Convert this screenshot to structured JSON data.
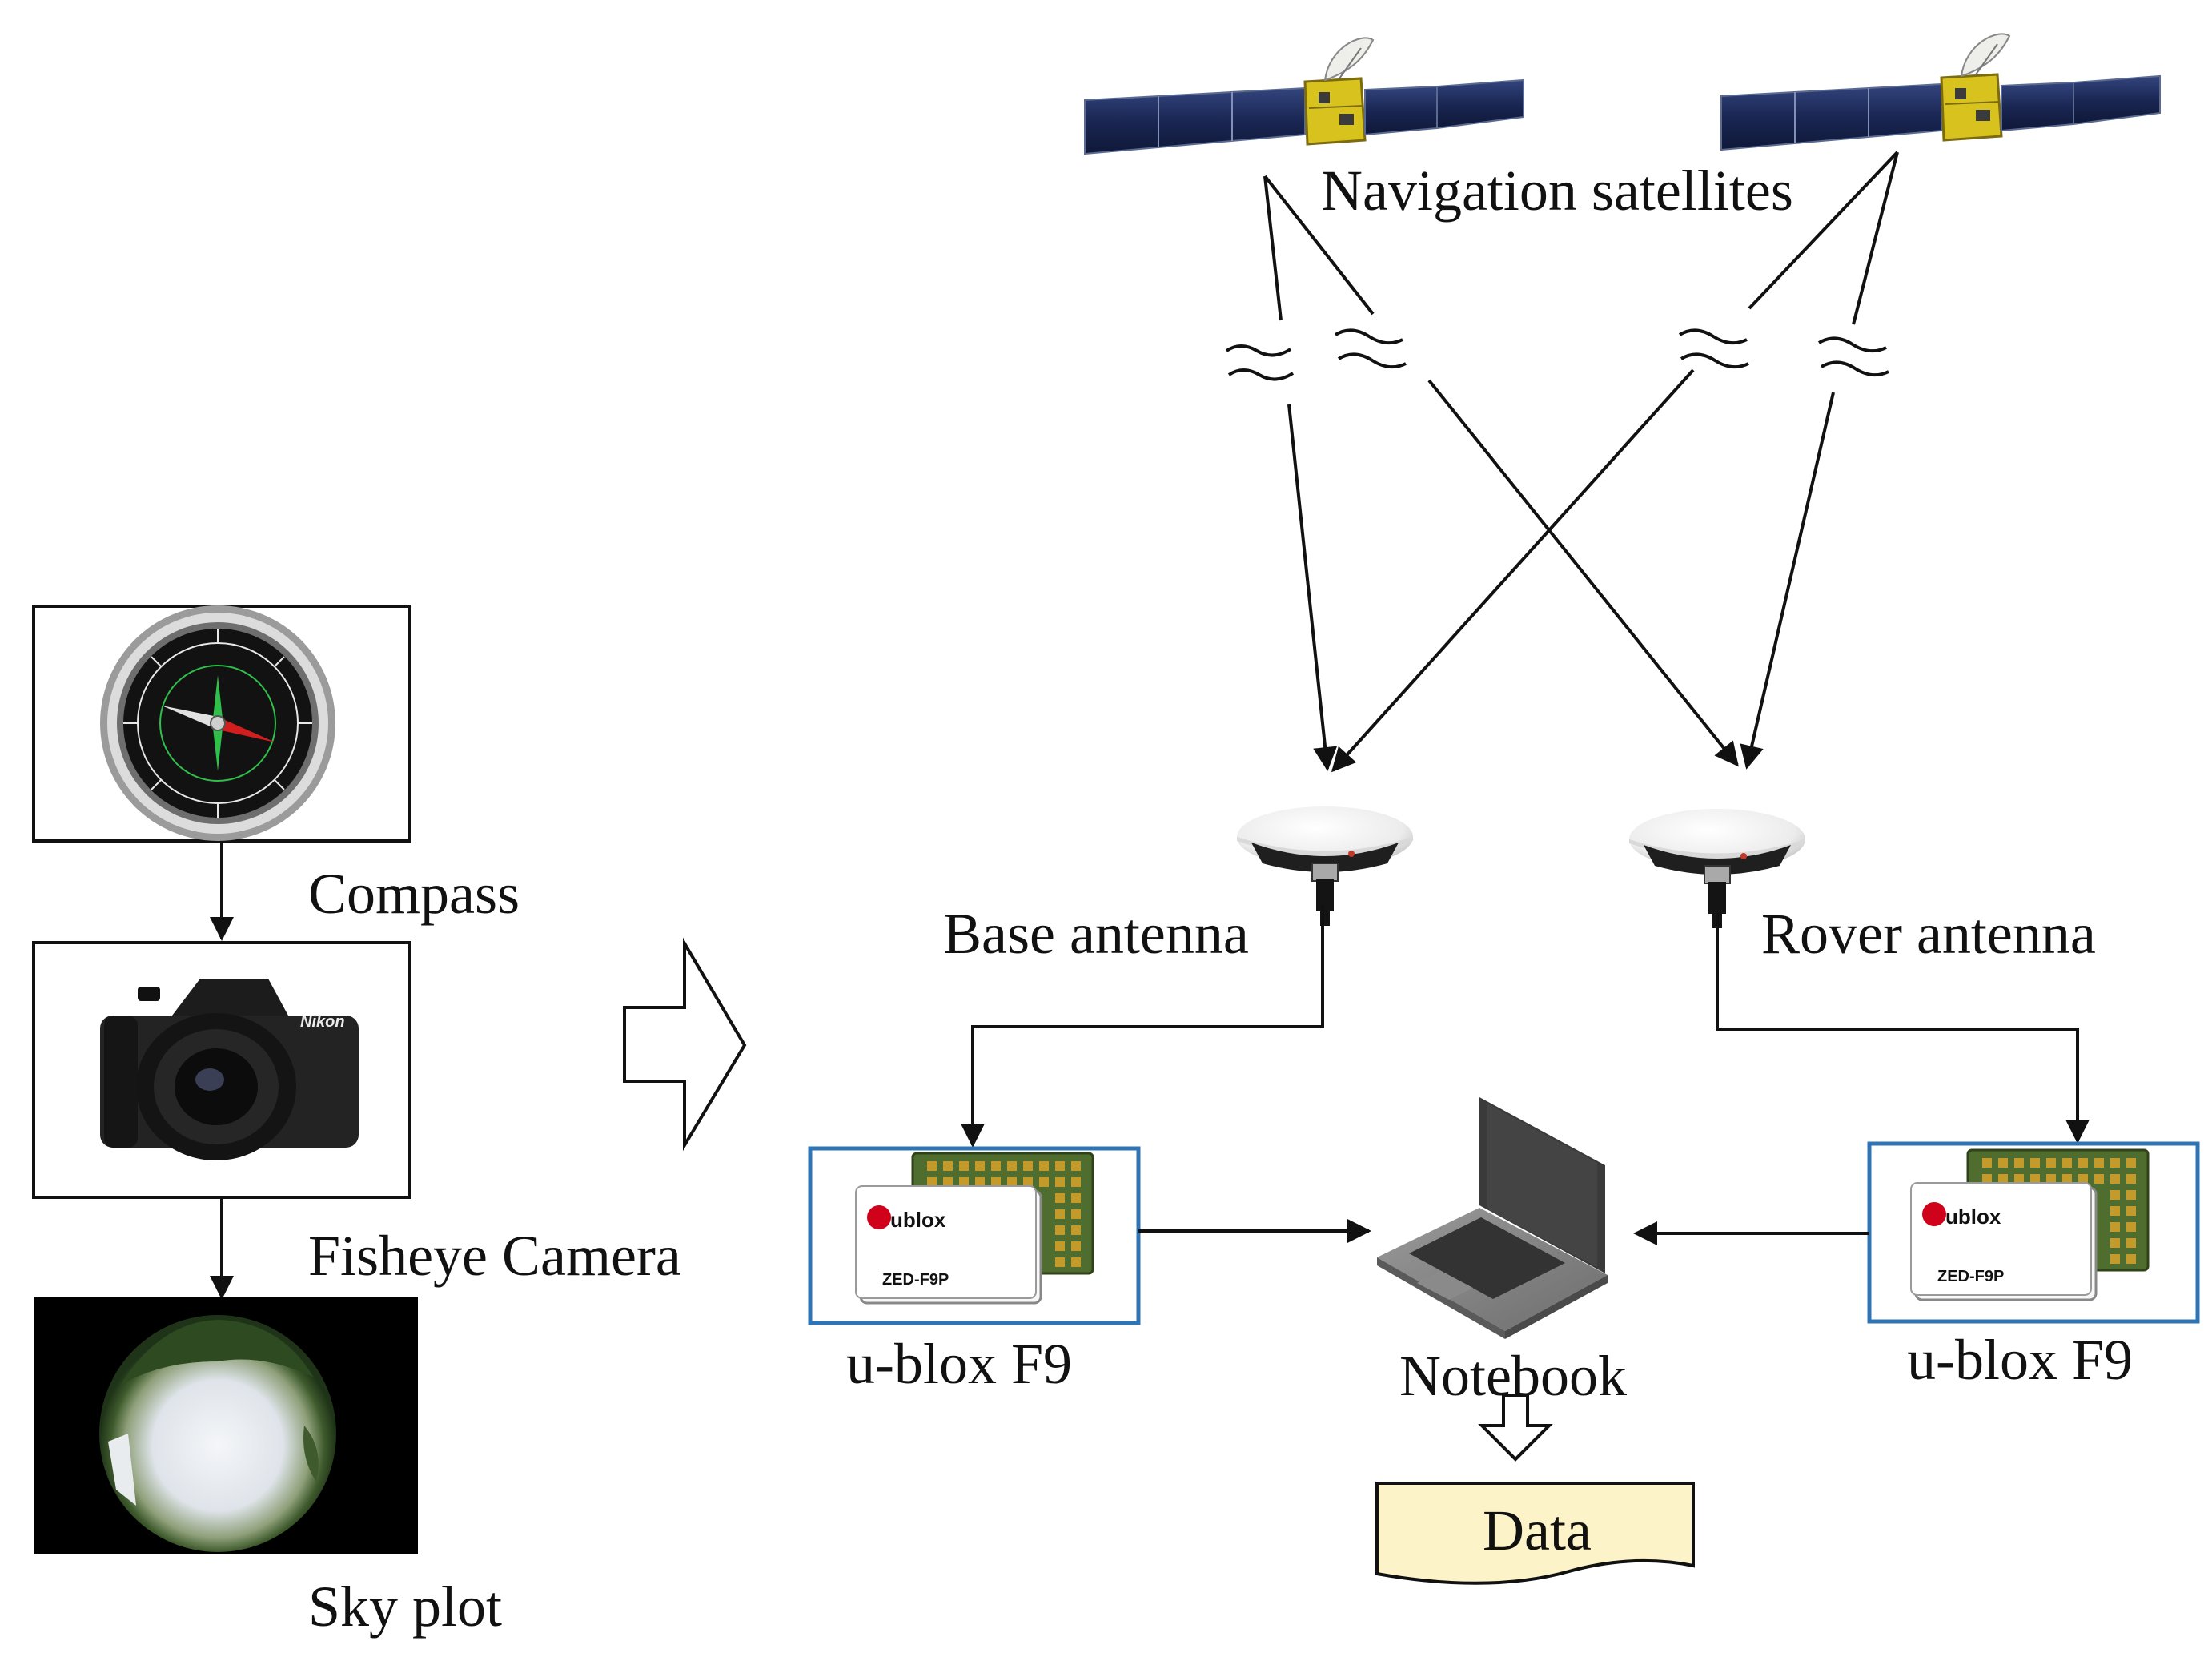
{
  "labels": {
    "navigation_satellites": "Navigation satellites",
    "compass": "Compass",
    "fisheye_camera": "Fisheye Camera",
    "sky_plot": "Sky plot",
    "base_antenna": "Base antenna",
    "rover_antenna": "Rover antenna",
    "ublox_left": "u-blox F9",
    "ublox_right": "u-blox F9",
    "notebook": "Notebook",
    "data": "Data"
  },
  "module": {
    "brand": "ublox",
    "model": "ZED-F9P"
  },
  "camera_brand": "Nikon",
  "colors": {
    "ink": "#111111",
    "module_frame": "#2f75b5",
    "data_fill": "#fcf3c8",
    "solar_panel": "#1f2f63",
    "satellite_body": "#d8c21e"
  },
  "icons": [
    "satellite-icon",
    "compass-icon",
    "camera-icon",
    "fisheye-sky-icon",
    "gnss-antenna-icon",
    "gnss-module-icon",
    "laptop-icon",
    "document-icon"
  ]
}
